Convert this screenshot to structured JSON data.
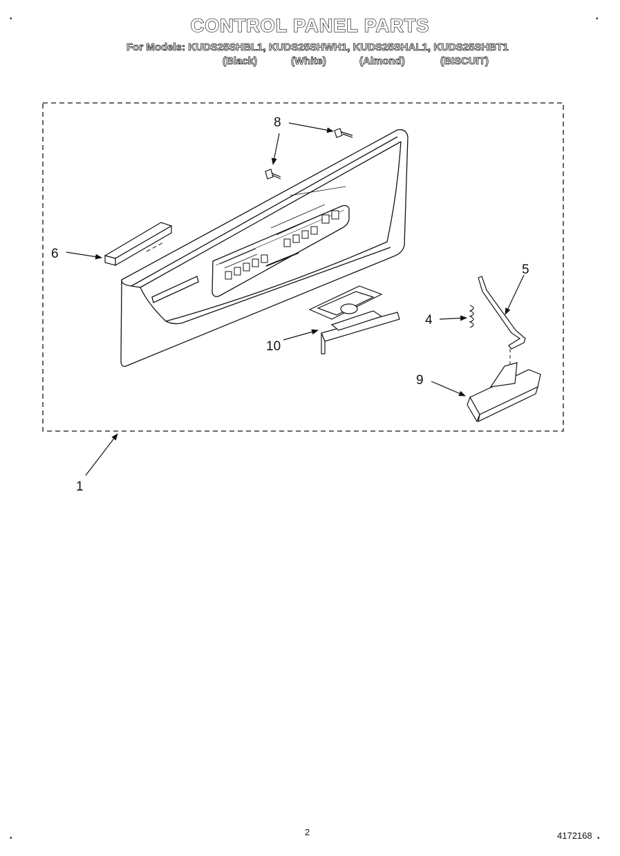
{
  "header": {
    "title": "CONTROL PANEL PARTS",
    "models_line": "For Models: KUDS25SHBL1, KUDS25SHWH1, KUDS25SHAL1, KUDS25SHBT1",
    "colors": [
      "(Black)",
      "(White)",
      "(Almond)",
      "(BISCUIT)"
    ]
  },
  "callouts": {
    "c1": "1",
    "c4": "4",
    "c5": "5",
    "c6": "6",
    "c8": "8",
    "c9": "9",
    "c10": "10"
  },
  "footer": {
    "page_number": "2",
    "doc_number": "4172168"
  },
  "colors": {
    "line": "#111111",
    "background": "#ffffff"
  }
}
